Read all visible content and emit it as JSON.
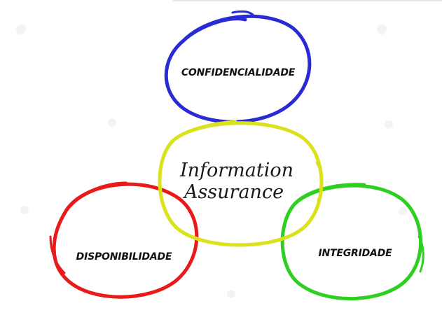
{
  "diagram": {
    "center": {
      "line1": "Information",
      "line2": "Assurance",
      "color": "#d9e21a"
    },
    "nodes": [
      {
        "id": "confidencialidade",
        "label": "CONFIDENCIALIDADE",
        "color": "#2b2bd6"
      },
      {
        "id": "disponibilidade",
        "label": "DISPONIBILIDADE",
        "color": "#e81a1a"
      },
      {
        "id": "integridade",
        "label": "INTEGRIDADE",
        "color": "#2fcf22"
      }
    ]
  }
}
